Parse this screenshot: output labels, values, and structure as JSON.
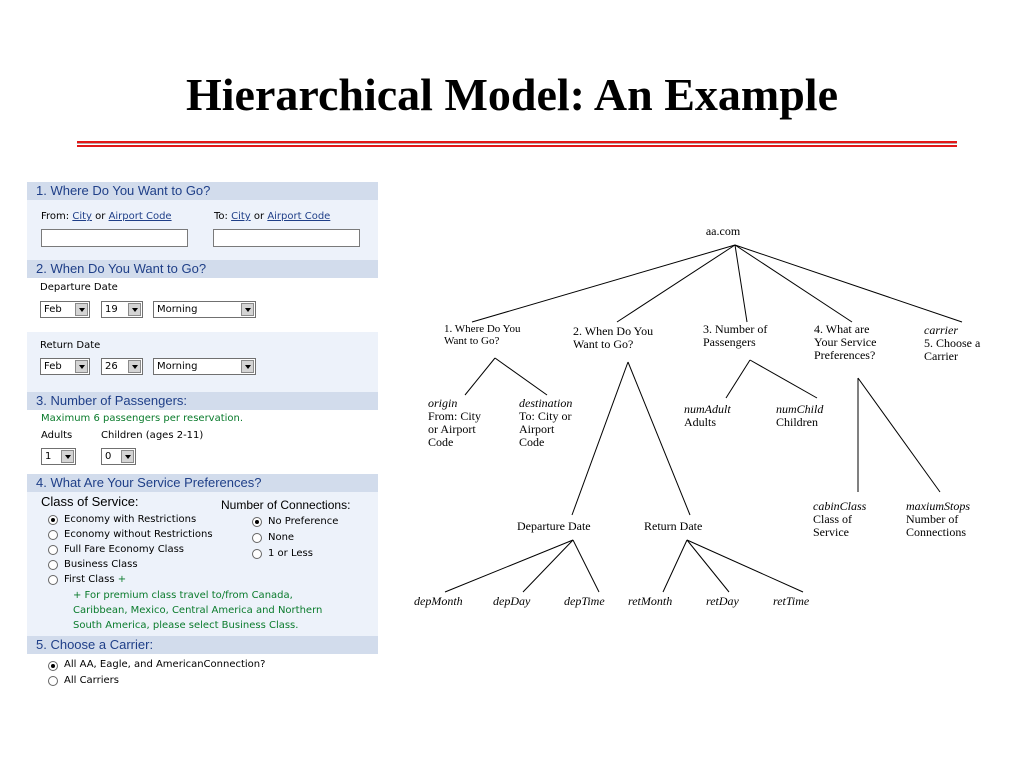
{
  "slide": {
    "title": "Hierarchical Model: An Example"
  },
  "form": {
    "section1": {
      "title": "1. Where Do You Want to Go?",
      "from_prefix": "From:",
      "from_city": "City",
      "from_or": "or",
      "from_airport": "Airport Code",
      "to_prefix": "To:",
      "to_city": "City",
      "to_or": "or",
      "to_airport": "Airport Code",
      "from_value": "",
      "to_value": ""
    },
    "section2": {
      "title": "2. When Do You Want to Go?",
      "departure_label": "Departure Date",
      "dep_month": "Feb",
      "dep_day": "19",
      "dep_time": "Morning",
      "return_label": "Return Date",
      "ret_month": "Feb",
      "ret_day": "26",
      "ret_time": "Morning"
    },
    "section3": {
      "title": "3. Number of Passengers:",
      "note": "Maximum 6 passengers per reservation.",
      "adults_label": "Adults",
      "children_label": "Children (ages 2-11)",
      "adults_value": "1",
      "children_value": "0"
    },
    "section4": {
      "title": "4. What Are Your Service Preferences?",
      "class_label": "Class of Service:",
      "class_options": [
        "Economy with Restrictions",
        "Economy without Restrictions",
        "Full Fare Economy Class",
        "Business Class",
        "First Class"
      ],
      "first_class_plus": "+",
      "connections_label": "Number of Connections:",
      "connection_options": [
        "No Preference",
        "None",
        "1 or Less"
      ],
      "premium_note_lines": [
        "+   For premium class travel to/from Canada,",
        "Caribbean, Mexico, Central America and Northern",
        "South America, please select Business Class."
      ]
    },
    "section5": {
      "title": "5. Choose a Carrier:",
      "options": [
        "All AA, Eagle, and AmericanConnection?",
        "All Carriers"
      ]
    }
  },
  "tree": {
    "root": "aa.com",
    "level1": {
      "where": [
        "1. Where Do You",
        "Want to Go?"
      ],
      "when": [
        "2. When Do You",
        "Want to Go?"
      ],
      "passengers": [
        "3. Number of",
        "Passengers"
      ],
      "service": [
        "4. What are",
        "Your Service",
        "Preferences?"
      ],
      "carrier": {
        "field": "carrier",
        "lines": [
          "5. Choose a",
          "Carrier"
        ]
      }
    },
    "origin": {
      "field": "origin",
      "lines": [
        "From: City",
        "or Airport",
        "Code"
      ]
    },
    "destination": {
      "field": "destination",
      "lines": [
        "To: City or",
        "Airport",
        "Code"
      ]
    },
    "num_adult": {
      "field": "numAdult",
      "label": "Adults"
    },
    "num_child": {
      "field": "numChild",
      "label": "Children"
    },
    "cabin_class": {
      "field": "cabinClass",
      "lines": [
        "Class of",
        "Service"
      ]
    },
    "max_stops": {
      "field": "maxiumStops",
      "lines": [
        "Number of",
        "Connections"
      ]
    },
    "departure_date": "Departure Date",
    "return_date": "Return Date",
    "leaves": [
      "depMonth",
      "depDay",
      "depTime",
      "retMonth",
      "retDay",
      "retTime"
    ]
  }
}
